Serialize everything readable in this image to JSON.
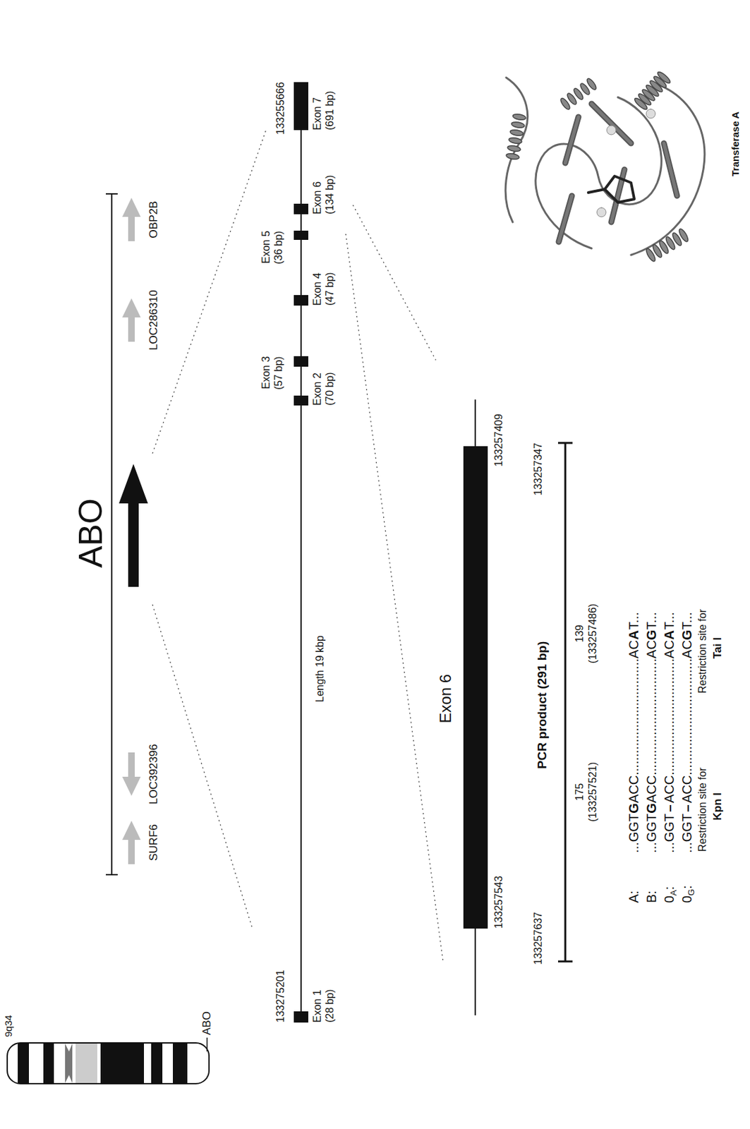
{
  "diagram": {
    "labels": [
      "9q34",
      "ABO",
      "ABO",
      "SURF6",
      "LOC392396",
      "LOC286310",
      "OBP2B",
      "133275201",
      "133255666",
      "Exon 1",
      "(28 bp)",
      "Exon 2",
      "(70 bp)",
      "Exon 3",
      "(57 bp)",
      "Exon 4",
      "(47 bp)",
      "Exon 5",
      "(36 bp)",
      "Exon 6",
      "(134 bp)",
      "Exon 7",
      "(691 bp)",
      "Length 19 kbp",
      "Transferase A",
      "Exon 6",
      "133257543",
      "133257409",
      "133257637",
      "133257347",
      "PCR product (291 bp)",
      "175",
      "(133257521)",
      "139",
      "(133257486)",
      "A:",
      "...GGT",
      "G",
      "ACC................................AC",
      "A",
      "T...",
      "B:",
      "...GGT",
      "G",
      "ACC................................AC",
      "G",
      "T...",
      "0",
      "A",
      ":",
      "...GGT",
      "–",
      "ACC................................AC",
      "A",
      "T...",
      "0",
      "G",
      ":",
      "...GGT",
      "–",
      "ACC................................AC",
      "G",
      "T...",
      "Restriction site for",
      "Kpn I",
      "Restriction site for",
      "Tai I"
    ]
  }
}
